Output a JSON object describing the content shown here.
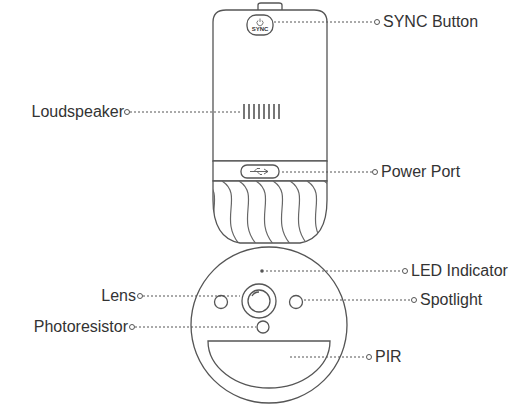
{
  "diagram": {
    "labels": [
      "SYNC",
      "SYNC Button",
      "Loudspeaker",
      "Power Port",
      "LED Indicator",
      "Lens",
      "Spotlight",
      "Photoresistor",
      "PIR"
    ]
  }
}
